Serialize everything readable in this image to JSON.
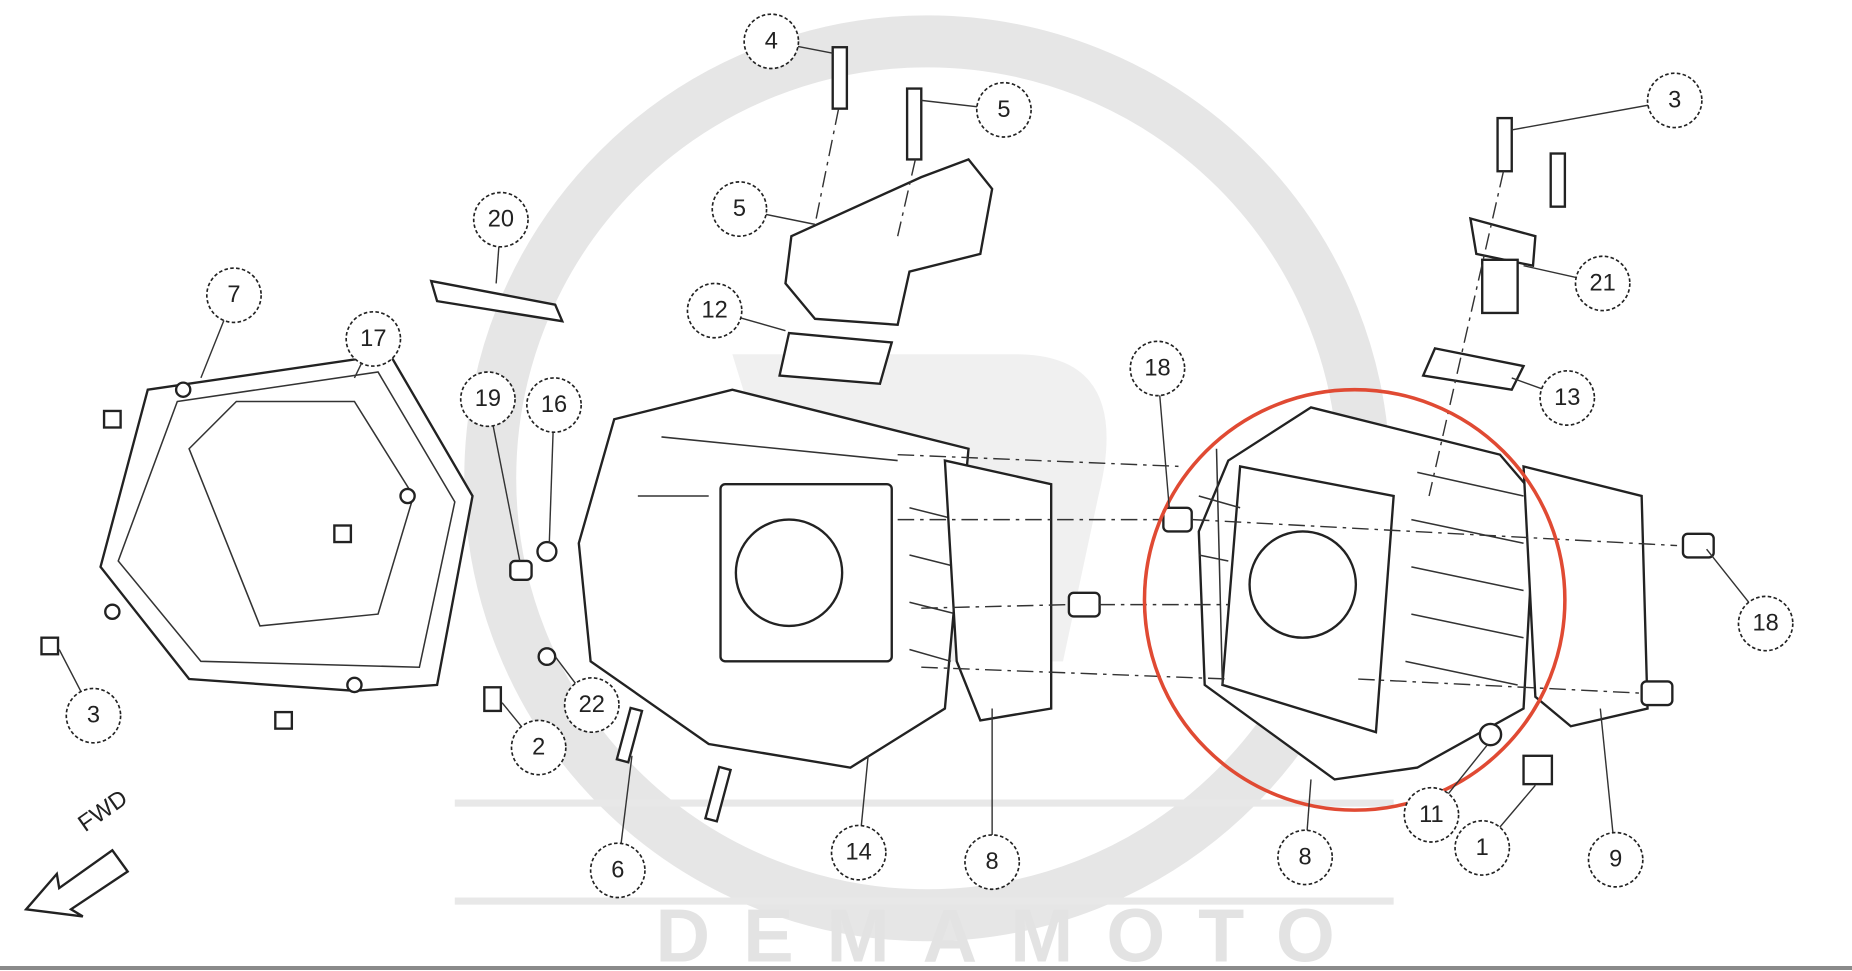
{
  "diagram": {
    "watermark_text": "DEMAMOTO",
    "direction_label": "FWD",
    "highlight_color": "#e04a33",
    "callouts": [
      "4",
      "5",
      "5",
      "20",
      "7",
      "17",
      "12",
      "19",
      "16",
      "18",
      "3",
      "21",
      "13",
      "18",
      "3",
      "2",
      "22",
      "6",
      "14",
      "8",
      "8",
      "11",
      "1",
      "9"
    ]
  }
}
